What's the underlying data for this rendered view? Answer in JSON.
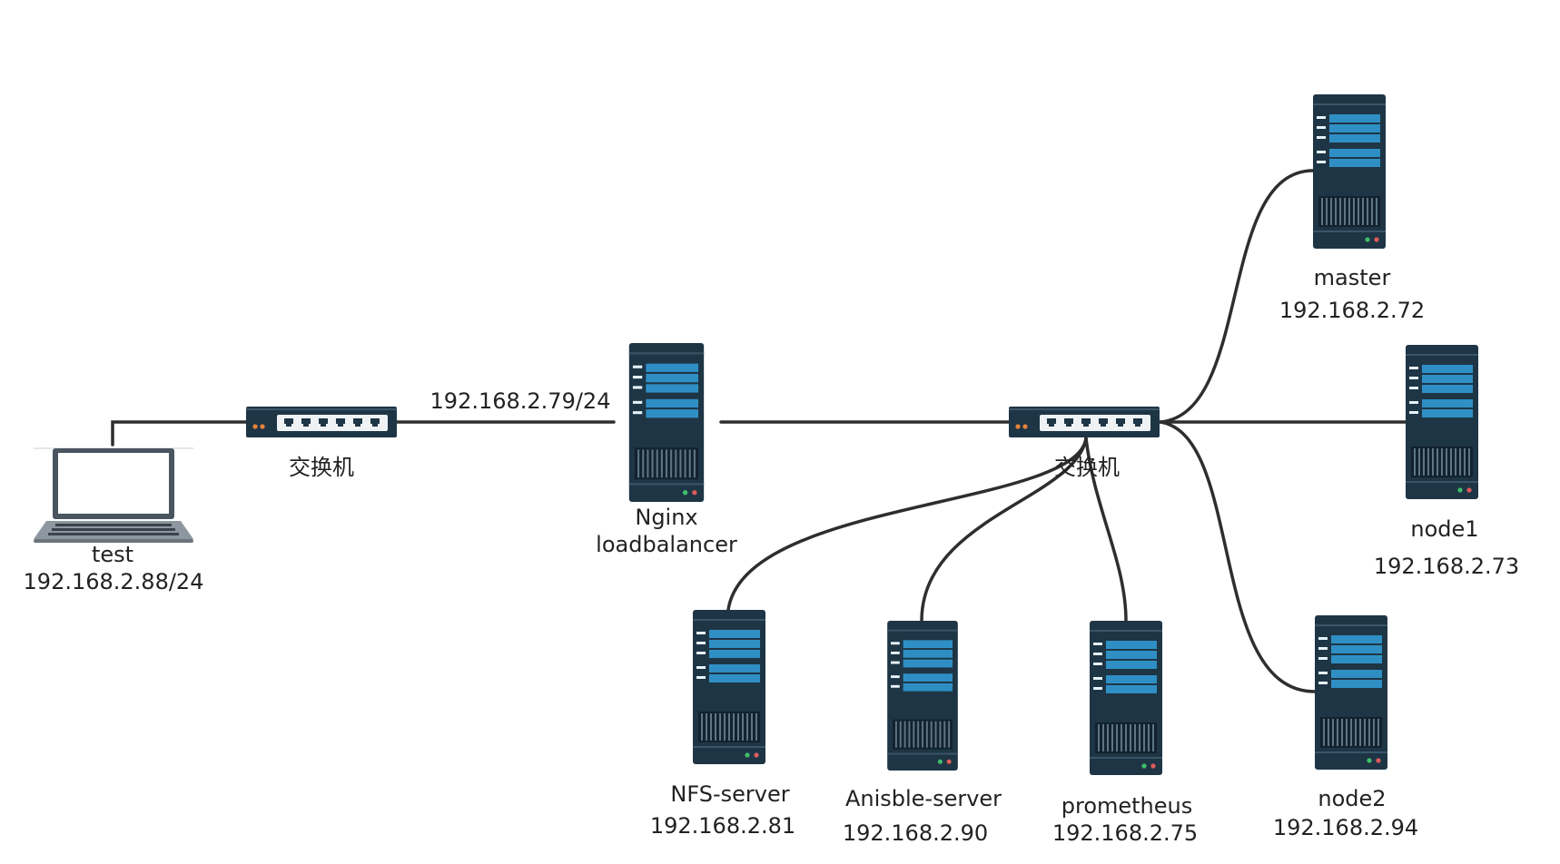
{
  "colors": {
    "background": "#ffffff",
    "wire": "#2e2e2e",
    "device_body": "#1e3545",
    "device_accent": "#2f8fc4",
    "port": "#eef2f5",
    "led_green": "#3fbf6a",
    "led_red": "#e05a5a",
    "led_orange": "#e8833a"
  },
  "icons": {
    "laptop": "laptop-icon",
    "switch": "network-switch-icon",
    "server": "server-icon"
  },
  "nodes": {
    "laptop": {
      "name": "test",
      "ip": "192.168.2.88/24"
    },
    "switch_left": {
      "name": "交换机"
    },
    "link_label": "192.168.2.79/24",
    "nginx": {
      "name": "Nginx",
      "role": "loadbalancer"
    },
    "switch_right": {
      "name": "交换机"
    },
    "master": {
      "name": "master",
      "ip": "192.168.2.72"
    },
    "node1": {
      "name": "node1",
      "ip": "192.168.2.73"
    },
    "node2": {
      "name": "node2",
      "ip": "192.168.2.94"
    },
    "nfs": {
      "name": "NFS-server",
      "ip": "192.168.2.81"
    },
    "ansible": {
      "name": "Anisble-server",
      "ip": "192.168.2.90"
    },
    "prometheus": {
      "name": "prometheus",
      "ip": "192.168.2.75"
    }
  }
}
